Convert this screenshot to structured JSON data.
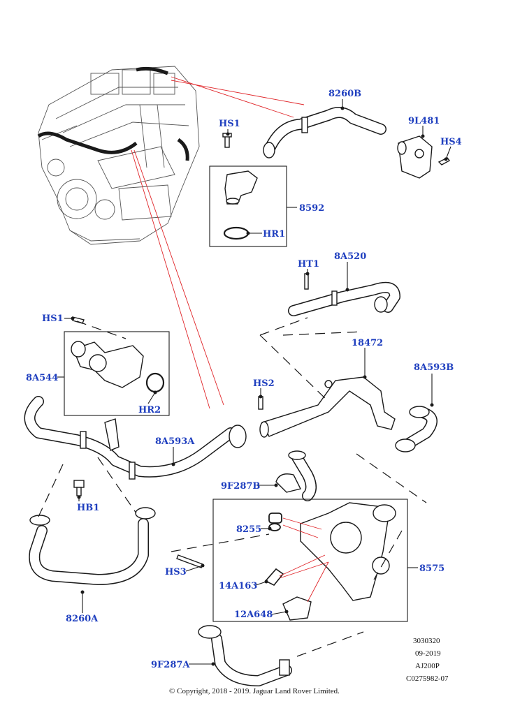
{
  "callouts": {
    "c8260B": "8260B",
    "c9L481": "9L481",
    "cHS4": "HS4",
    "cHS1_top": "HS1",
    "c8592": "8592",
    "cHR1": "HR1",
    "cHT1": "HT1",
    "c8A520": "8A520",
    "cHS1_mid": "HS1",
    "c18472": "18472",
    "c8A593B": "8A593B",
    "c8A544": "8A544",
    "cHR2": "HR2",
    "cHS2": "HS2",
    "c8A593A": "8A593A",
    "c9F287B": "9F287B",
    "cHB1": "HB1",
    "c8255": "8255",
    "c8575": "8575",
    "cHS3": "HS3",
    "c14A163": "14A163",
    "c12A648": "12A648",
    "c8260A": "8260A",
    "c9F287A": "9F287A"
  },
  "meta": {
    "line1": "3030320",
    "line2": "09-2019",
    "line3": "AJ200P",
    "line4": "C0275982-07"
  },
  "copyright": "© Copyright, 2018 - 2019. Jaguar Land Rover Limited.",
  "colors": {
    "callout": "#1f3fbf",
    "leader_red": "#e0262a",
    "line": "#1a1a1a"
  }
}
